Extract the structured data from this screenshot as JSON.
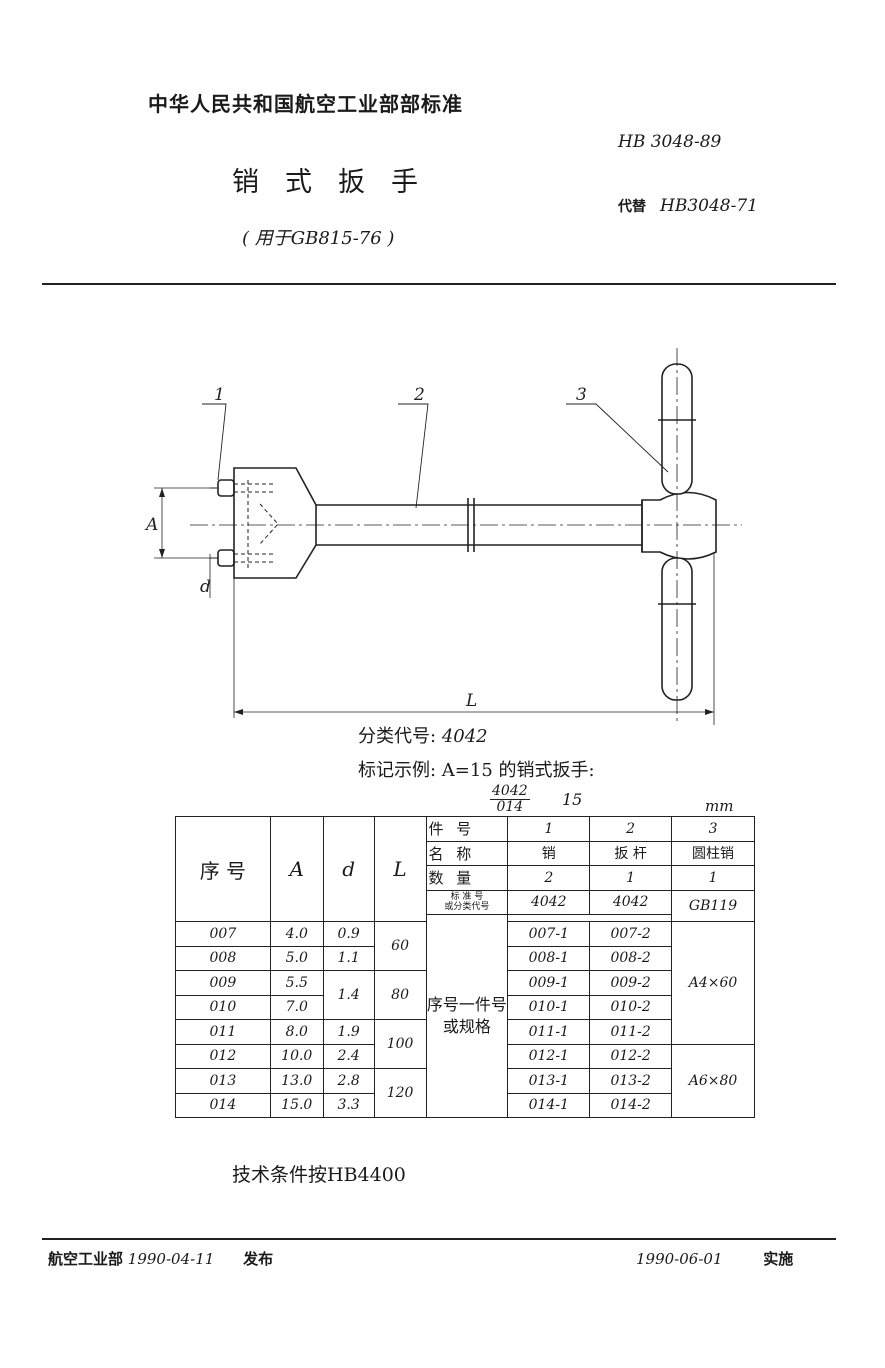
{
  "header": {
    "organization": "中华人民共和国航空工业部部标准",
    "title": "销式扳手",
    "subtitle": "( 用于GB815-76 )",
    "standard_no": "HB 3048-89",
    "replaces_label": "代替",
    "replaces_value": "HB3048-71"
  },
  "drawing": {
    "callout_1": "1",
    "callout_2": "2",
    "callout_3": "3",
    "dim_A": "A",
    "dim_d": "d",
    "dim_L": "L"
  },
  "classification": {
    "label": "分类代号:",
    "value": "4042"
  },
  "marking": {
    "text": "标记示例: A=15 的销式扳手:",
    "code_top": "4042",
    "code_bottom": "014",
    "code_value": "15",
    "unit": "mm"
  },
  "table": {
    "col_no": "序 号",
    "col_A": "A",
    "col_d": "d",
    "col_L": "L",
    "part_no_label": "件 号",
    "name_label": "名 称",
    "qty_label": "数 量",
    "std_label_1": "标 准 号",
    "std_label_2": "或分类代号",
    "spec_label_1": "序号一件号",
    "spec_label_2": "或规格",
    "parts": [
      {
        "no": "1",
        "name": "销",
        "qty": "2",
        "std": "4042"
      },
      {
        "no": "2",
        "name": "扳 杆",
        "qty": "1",
        "std": "4042"
      },
      {
        "no": "3",
        "name": "圆柱销",
        "qty": "1",
        "std": "GB119"
      }
    ],
    "rows": [
      {
        "no": "007",
        "A": "4.0",
        "d": "0.9",
        "c1": "007-1",
        "c2": "007-2"
      },
      {
        "no": "008",
        "A": "5.0",
        "d": "1.1",
        "c1": "008-1",
        "c2": "008-2"
      },
      {
        "no": "009",
        "A": "5.5",
        "d": "",
        "c1": "009-1",
        "c2": "009-2"
      },
      {
        "no": "010",
        "A": "7.0",
        "d": "",
        "c1": "010-1",
        "c2": "010-2"
      },
      {
        "no": "011",
        "A": "8.0",
        "d": "1.9",
        "c1": "011-1",
        "c2": "011-2"
      },
      {
        "no": "012",
        "A": "10.0",
        "d": "2.4",
        "c1": "012-1",
        "c2": "012-2"
      },
      {
        "no": "013",
        "A": "13.0",
        "d": "2.8",
        "c1": "013-1",
        "c2": "013-2"
      },
      {
        "no": "014",
        "A": "15.0",
        "d": "3.3",
        "c1": "014-1",
        "c2": "014-2"
      }
    ],
    "d_merged": "1.4",
    "L_60": "60",
    "L_80": "80",
    "L_100": "100",
    "L_120": "120",
    "pin_spec_1": "A4×60",
    "pin_spec_2": "A6×80"
  },
  "tech_req": "技术条件按HB4400",
  "footer": {
    "issuer": "航空工业部",
    "issue_date": "1990-04-11",
    "issue_word": "发布",
    "impl_date": "1990-06-01",
    "impl_word": "实施"
  }
}
